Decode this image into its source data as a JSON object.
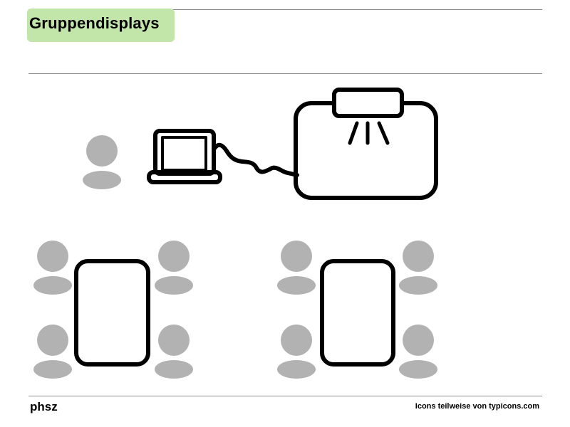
{
  "title": "Gruppendisplays",
  "footer": {
    "logo": "phsz",
    "credit": "Icons teilweise von typicons.com"
  },
  "colors": {
    "title_background": "#c2e5a9",
    "person": "#b2b2b2",
    "outline": "#000000",
    "rule": "#8a8a8a"
  },
  "icons": {
    "person": "person-icon",
    "laptop": "laptop-icon",
    "projector": "projector-icon",
    "cable": "cable-icon",
    "display": "group-display-icon"
  }
}
